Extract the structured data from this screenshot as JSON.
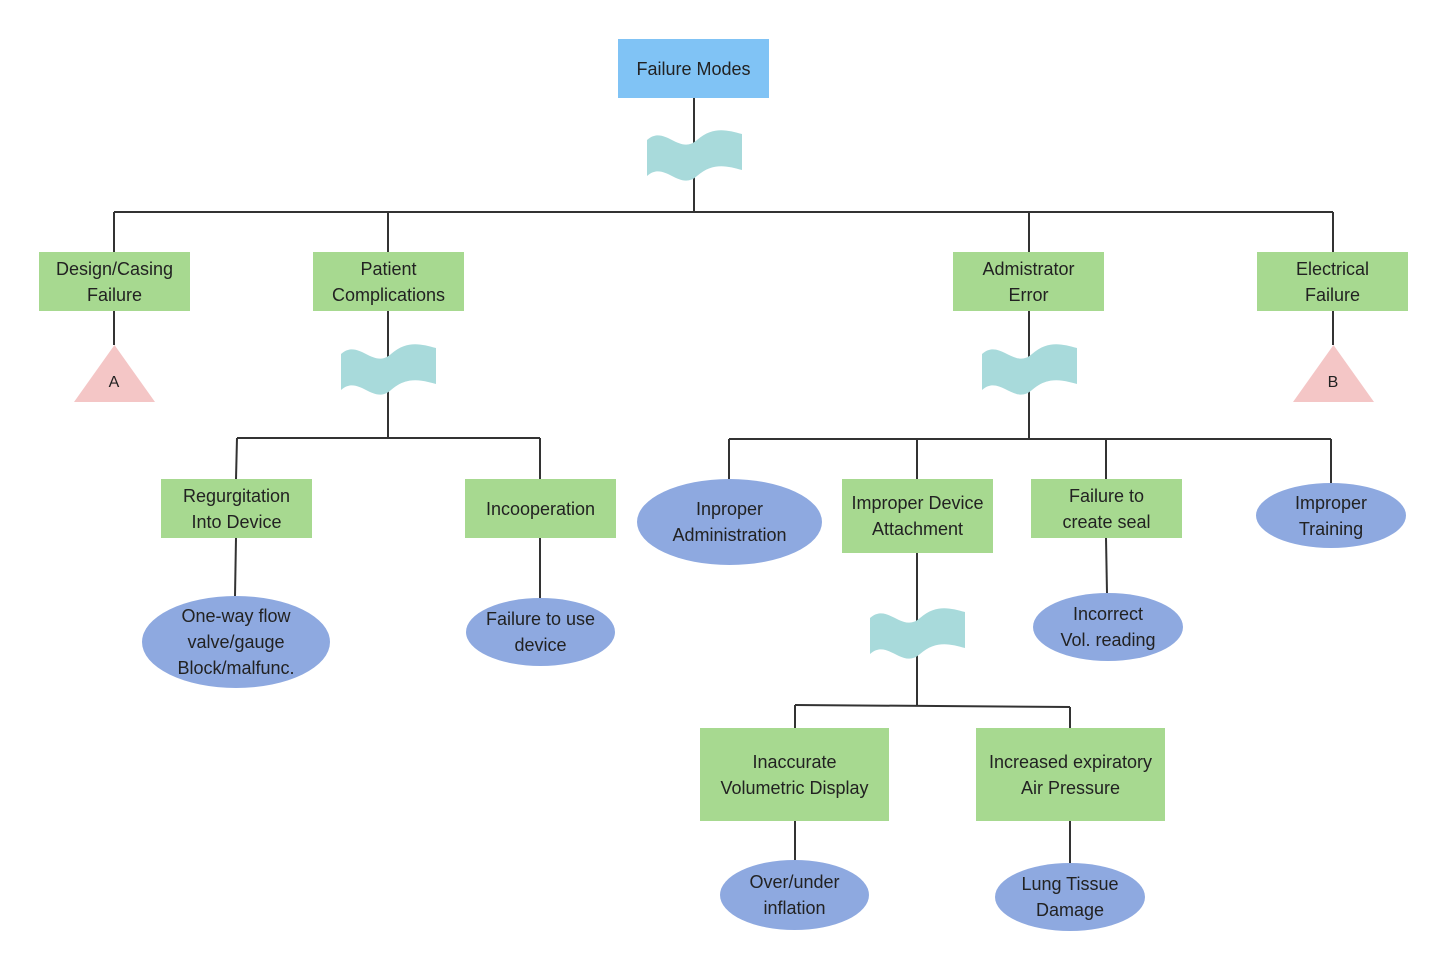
{
  "diagram": {
    "root": "Failure Modes",
    "categories": {
      "design": "Design/Casing\nFailure",
      "patient": "Patient\nComplications",
      "admin": "Admistrator\nError",
      "electrical": "Electrical\nFailure"
    },
    "transfers": {
      "a": "A",
      "b": "B"
    },
    "patient_children": {
      "regurgitation": "Regurgitation\nInto Device",
      "incooperation": "Incooperation",
      "valve": "One-way flow\nvalve/gauge\nBlock/malfunc.",
      "failure_use": "Failure to use\ndevice"
    },
    "admin_children": {
      "inproper_admin": "Inproper\nAdministration",
      "improper_attachment": "Improper Device\nAttachment",
      "seal": "Failure to\ncreate seal",
      "training": "Improper\nTraining",
      "vol_reading": "Incorrect\nVol. reading"
    },
    "attachment_children": {
      "display": "Inaccurate\nVolumetric Display",
      "pressure": "Increased expiratory\nAir Pressure",
      "inflation": "Over/under\ninflation",
      "lung": "Lung Tissue\nDamage"
    },
    "colors": {
      "root": "#80c3f5",
      "box": "#a7d990",
      "ellipse": "#8ea9e0",
      "triangle": "#f4c6c6",
      "wave": "#a8dadb",
      "line": "#333333"
    }
  }
}
